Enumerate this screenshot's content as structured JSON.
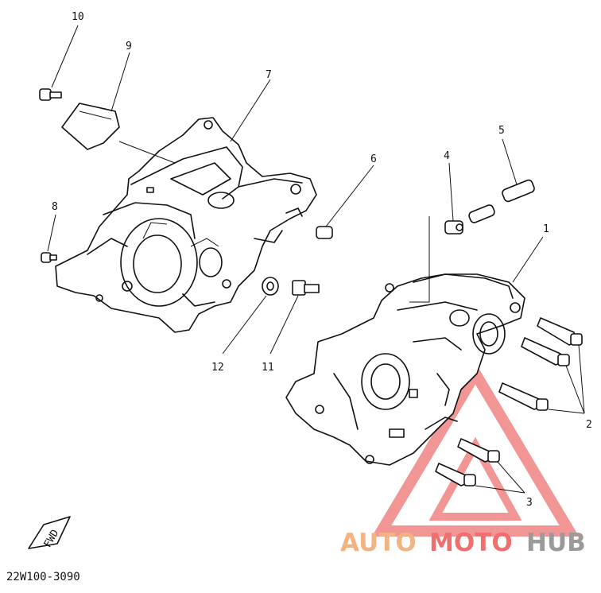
{
  "diagram": {
    "drawing_code": "22W100-3090",
    "fwd_label": "FWD",
    "callouts": {
      "c1": "1",
      "c2": "2",
      "c3": "3",
      "c4": "4",
      "c5": "5",
      "c6": "6",
      "c7": "7",
      "c8": "8",
      "c9": "9",
      "c10": "10",
      "c11": "11",
      "c12": "12"
    }
  },
  "watermark": {
    "text_orange": "AUTO",
    "text_red": "MOTO",
    "text_gray": "HUB",
    "colors": {
      "orange": "#f2b482",
      "red": "#ef6f6f",
      "gray": "#9a9a9a",
      "triangle": "#f08a8a"
    }
  }
}
